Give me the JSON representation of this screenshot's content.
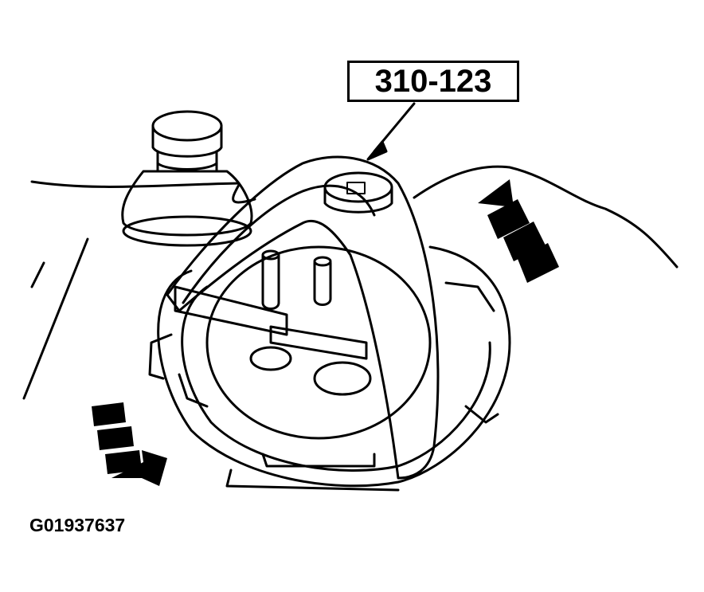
{
  "diagram": {
    "subject": "Fuel pump module lock ring removal with special tool",
    "callout": {
      "label": "310-123",
      "target": "special-tool-wrench"
    },
    "figure_id": "G01937637",
    "arrows": [
      {
        "name": "rotation-arrow-upper-right",
        "direction": "up-left"
      },
      {
        "name": "rotation-arrow-lower-left",
        "direction": "down-right"
      }
    ],
    "colors": {
      "line": "#000000",
      "background": "#ffffff"
    }
  }
}
